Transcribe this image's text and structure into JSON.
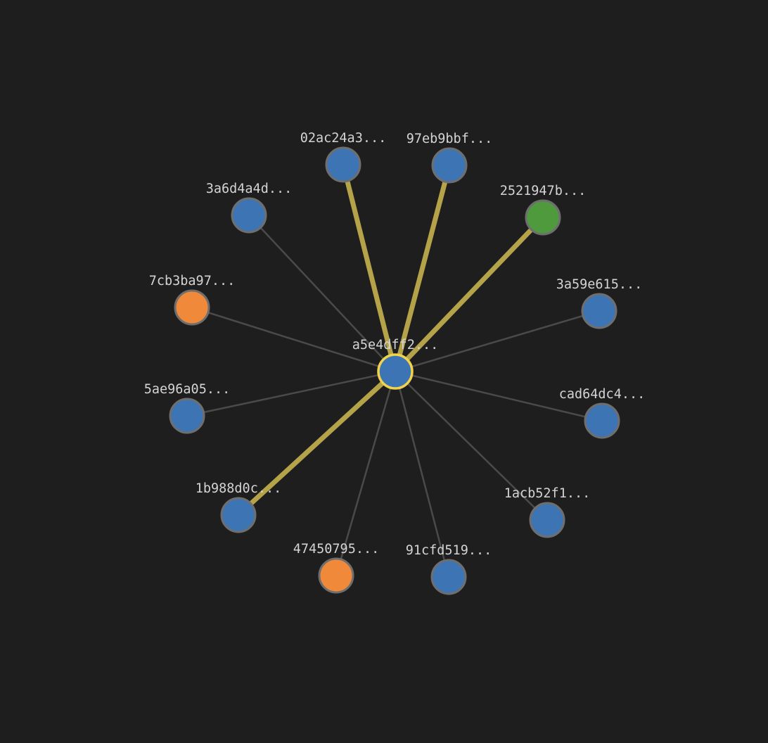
{
  "colors": {
    "background": "#1e1e1e",
    "default": "#3d75b4",
    "orange": "#f08a3a",
    "green": "#4e9a3c",
    "normal_edge": "#4a4a4a",
    "highlight_edge": "#b5a34a",
    "center_ring": "#f0d24c",
    "node_ring": "#6e6e6e",
    "label": "#d4d4d4"
  },
  "center": {
    "id": "center",
    "label": "a5e4dff2...",
    "color": "default"
  },
  "nodes": [
    {
      "id": "02ac24a3",
      "label": "02ac24a3...",
      "color": "default",
      "highlighted": true
    },
    {
      "id": "97eb9bbf",
      "label": "97eb9bbf...",
      "color": "default",
      "highlighted": true
    },
    {
      "id": "2521947b",
      "label": "2521947b...",
      "color": "green",
      "highlighted": true
    },
    {
      "id": "3a59e615",
      "label": "3a59e615...",
      "color": "default",
      "highlighted": false
    },
    {
      "id": "cad64dc4",
      "label": "cad64dc4...",
      "color": "default",
      "highlighted": false
    },
    {
      "id": "1acb52f1",
      "label": "1acb52f1...",
      "color": "default",
      "highlighted": false
    },
    {
      "id": "91cfd519",
      "label": "91cfd519...",
      "color": "default",
      "highlighted": false
    },
    {
      "id": "47450795",
      "label": "47450795...",
      "color": "orange",
      "highlighted": false
    },
    {
      "id": "1b988d0c",
      "label": "1b988d0c...",
      "color": "default",
      "highlighted": true
    },
    {
      "id": "5ae96a05",
      "label": "5ae96a05...",
      "color": "default",
      "highlighted": false
    },
    {
      "id": "7cb3ba97",
      "label": "7cb3ba97...",
      "color": "orange",
      "highlighted": false
    },
    {
      "id": "3a6d4a4d",
      "label": "3a6d4a4d...",
      "color": "default",
      "highlighted": false
    }
  ]
}
